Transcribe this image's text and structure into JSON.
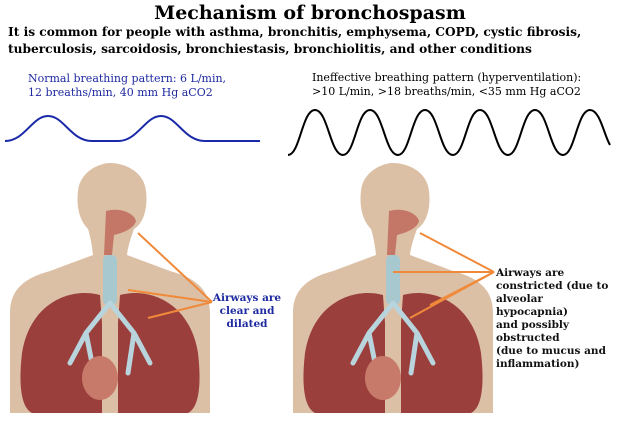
{
  "title": "Mechanism of bronchospasm",
  "subtitle": {
    "line1": "It is common for people with asthma, bronchitis, emphysema, COPD, cystic fibrosis,",
    "line2": "tuberculosis, sarcoidosis, bronchiestasis, bronchiolitis, and other conditions"
  },
  "normal": {
    "label_line1": "Normal breathing pattern: 6 L/min,",
    "label_line2": "12 breaths/min, 40 mm Hg aCO2",
    "callout_lines": [
      "Airways are",
      "clear and",
      "dilated"
    ],
    "wave_color": "#1a2aa8"
  },
  "hyperventilation": {
    "label_line1": "Ineffective breathing pattern (hyperventilation):",
    "label_line2": ">10 L/min, >18 breaths/min, <35 mm Hg aCO2",
    "callout_lines": [
      "Airways are",
      "constricted (due to",
      "alveolar hypocapnia)",
      "and possibly",
      "obstructed",
      "(due to mucus and",
      "inflammation)"
    ],
    "wave_color": "#000000"
  },
  "colors": {
    "skin": "#dcc0a6",
    "lung": "#9a3f3c",
    "trachea": "#a8c8d0",
    "arrow": "#f08a3a"
  }
}
